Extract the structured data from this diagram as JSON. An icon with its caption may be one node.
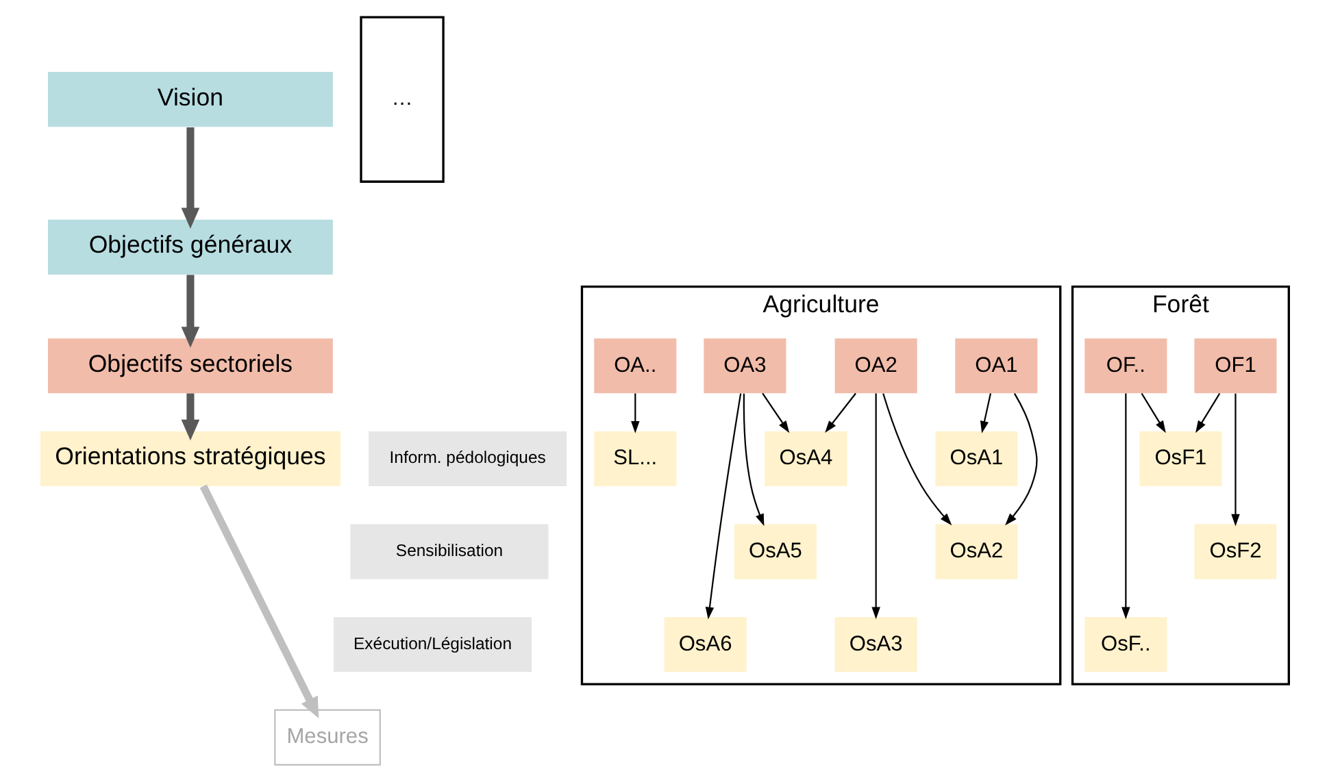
{
  "diagram": {
    "nodes": [
      {
        "text": [
          "Vision"
        ]
      },
      {
        "text": [
          "Objectifs généraux"
        ]
      },
      {
        "text": [
          "Objectifs sectoriels"
        ]
      },
      {
        "text": [
          "Orientations stratégiques"
        ]
      },
      {
        "text": [
          "Mesures"
        ]
      },
      {
        "text": [
          "Agriculture"
        ]
      },
      {
        "text": [
          "OA1"
        ],
        "in": 5
      },
      {
        "text": [
          "OA2"
        ],
        "in": 5
      },
      {
        "text": [
          "OA3"
        ],
        "in": 5
      },
      {
        "text": [
          "OA.."
        ],
        "in": 5
      },
      {
        "text": [
          "OsA1"
        ],
        "in": 5
      },
      {
        "text": [
          "OsA4"
        ],
        "in": 5
      },
      {
        "text": [
          "SL..."
        ],
        "in": 5
      },
      {
        "text": [
          "OsA2"
        ],
        "in": 5
      },
      {
        "text": [
          "OsA5"
        ],
        "in": 5
      },
      {
        "text": [
          "OsA3"
        ],
        "in": 5
      },
      {
        "text": [
          "OsA6"
        ],
        "in": 5
      },
      {
        "text": [
          "Forêt"
        ]
      },
      {
        "text": [
          "OF1"
        ],
        "in": 17
      },
      {
        "text": [
          "OF.."
        ],
        "in": 17
      },
      {
        "text": [
          "OsF1"
        ],
        "in": 17
      },
      {
        "text": [
          "OsF2"
        ],
        "in": 17
      },
      {
        "text": [
          "OsF.."
        ],
        "in": 17
      },
      {
        "text": [
          "…"
        ]
      },
      {
        "text": [
          "Inform. pédologiques"
        ]
      },
      {
        "text": [
          "Sensibilisation"
        ]
      },
      {
        "text": [
          "Exécution/Législation"
        ]
      }
    ],
    "edges": [
      {
        "from": 0,
        "to": 1,
        "arrow": "to",
        "style": "thick",
        "color": "#595959"
      },
      {
        "from": 1,
        "to": 2,
        "arrow": "to",
        "style": "thick",
        "color": "#595959"
      },
      {
        "from": 2,
        "to": 3,
        "arrow": "to",
        "style": "thick",
        "color": "#595959"
      },
      {
        "from": 3,
        "to": 4,
        "arrow": "to",
        "style": "thick",
        "color": "#bfbfbf"
      },
      {
        "from": 6,
        "to": 10,
        "arrow": "to"
      },
      {
        "from": 6,
        "to": 13,
        "arrow": "to"
      },
      {
        "from": 7,
        "to": 13,
        "arrow": "to"
      },
      {
        "from": 7,
        "to": 15,
        "arrow": "to"
      },
      {
        "from": 7,
        "to": 11,
        "arrow": "to"
      },
      {
        "from": 8,
        "to": 11,
        "arrow": "to"
      },
      {
        "from": 8,
        "to": 14,
        "arrow": "to"
      },
      {
        "from": 8,
        "to": 16,
        "arrow": "to"
      },
      {
        "from": 9,
        "to": 12,
        "arrow": "to"
      },
      {
        "from": 18,
        "to": 20,
        "arrow": "to"
      },
      {
        "from": 18,
        "to": 21,
        "arrow": "to"
      },
      {
        "from": 19,
        "to": 20,
        "arrow": "to"
      },
      {
        "from": 19,
        "to": 22,
        "arrow": "to"
      }
    ]
  }
}
